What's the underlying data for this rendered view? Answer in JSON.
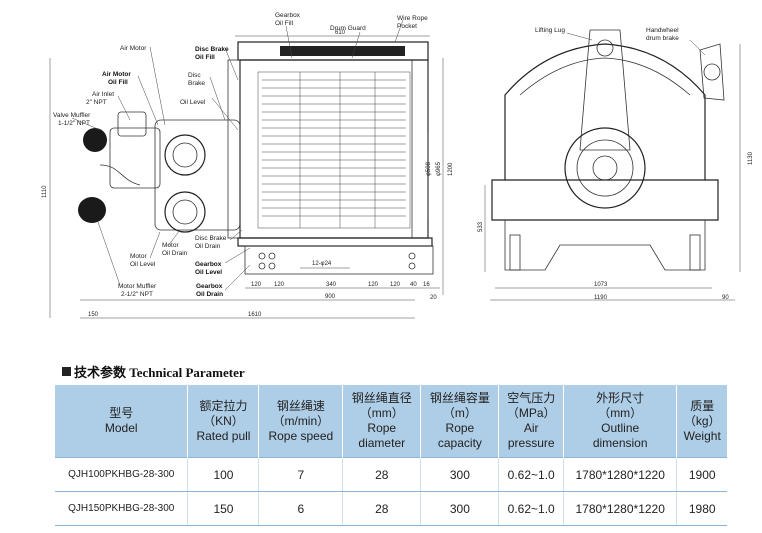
{
  "drawing": {
    "left_labels": {
      "gearbox_oil_fill": [
        "Gearbox",
        "Oil Fill"
      ],
      "drum_guard": "Drum Guard",
      "wire_rope_pocket": [
        "Wire Rope",
        "Pocket"
      ],
      "drum": "Drum",
      "air_motor": "Air Motor",
      "disc_brake_oil_fill": [
        "Disc Brake",
        "Oil Fill"
      ],
      "air_motor_oil_fill": [
        "Air Motor",
        "Oil Fill"
      ],
      "disc_brake_oil_level": [
        "Disc",
        "Brake",
        "Oil Level"
      ],
      "air_inlet": [
        "Air Inlet",
        "2\" NPT"
      ],
      "valve_muffler": [
        "Valve Muffler",
        "1-1/2\" NPT"
      ],
      "disc_brake_oil_drain": [
        "Disc Brake",
        "Oil Drain"
      ],
      "gearbox_oil_level": [
        "Gearbox",
        "Oil Level"
      ],
      "gearbox_oil_drain": [
        "Gearbox",
        "Oil Drain"
      ],
      "motor_oil_drain": [
        "Motor",
        "Oil Drain"
      ],
      "motor_oil_level": [
        "Motor",
        "Oil Level"
      ],
      "motor_muffler": [
        "Motor Muffler",
        "2-1/2\" NPT"
      ]
    },
    "left_dims": {
      "d610": "610",
      "d508": "φ508",
      "d965": "φ965",
      "d1200": "1200",
      "d1110": "1110",
      "holes": "12-φ24",
      "d120a": "120",
      "d120b": "120",
      "d340": "340",
      "d120c": "120",
      "d120d": "120",
      "d40": "40",
      "d16": "16",
      "d20": "20",
      "d900": "900",
      "d150": "150",
      "d1610": "1610"
    },
    "right_labels": {
      "lifting_lug": "Lifting Lug",
      "handwheel": [
        "Handwheel",
        "drum brake"
      ]
    },
    "right_dims": {
      "d1130": "1130",
      "d533": "533",
      "d1073": "1073",
      "d1190": "1190",
      "d90": "90"
    }
  },
  "section": {
    "title": "技术参数 Technical Parameter"
  },
  "table": {
    "headers": [
      [
        "型号",
        "Model"
      ],
      [
        "额定拉力",
        "（KN）",
        "Rated pull"
      ],
      [
        "钢丝绳速",
        "（m/min）",
        "Rope speed"
      ],
      [
        "钢丝绳直径",
        "（mm）",
        "Rope",
        "diameter"
      ],
      [
        "钢丝绳容量",
        "（m）",
        "Rope",
        "capacity"
      ],
      [
        "空气压力",
        "（MPa）",
        "Air",
        "pressure"
      ],
      [
        "外形尺寸",
        "（mm）",
        "Outline",
        "dimension"
      ],
      [
        "质量",
        "（kg）",
        "Weight"
      ]
    ],
    "rows": [
      [
        "QJH100PKHBG-28-300",
        "100",
        "7",
        "28",
        "300",
        "0.62~1.0",
        "1780*1280*1220",
        "1900"
      ],
      [
        "QJH150PKHBG-28-300",
        "150",
        "6",
        "28",
        "300",
        "0.62~1.0",
        "1780*1280*1220",
        "1980"
      ]
    ]
  }
}
